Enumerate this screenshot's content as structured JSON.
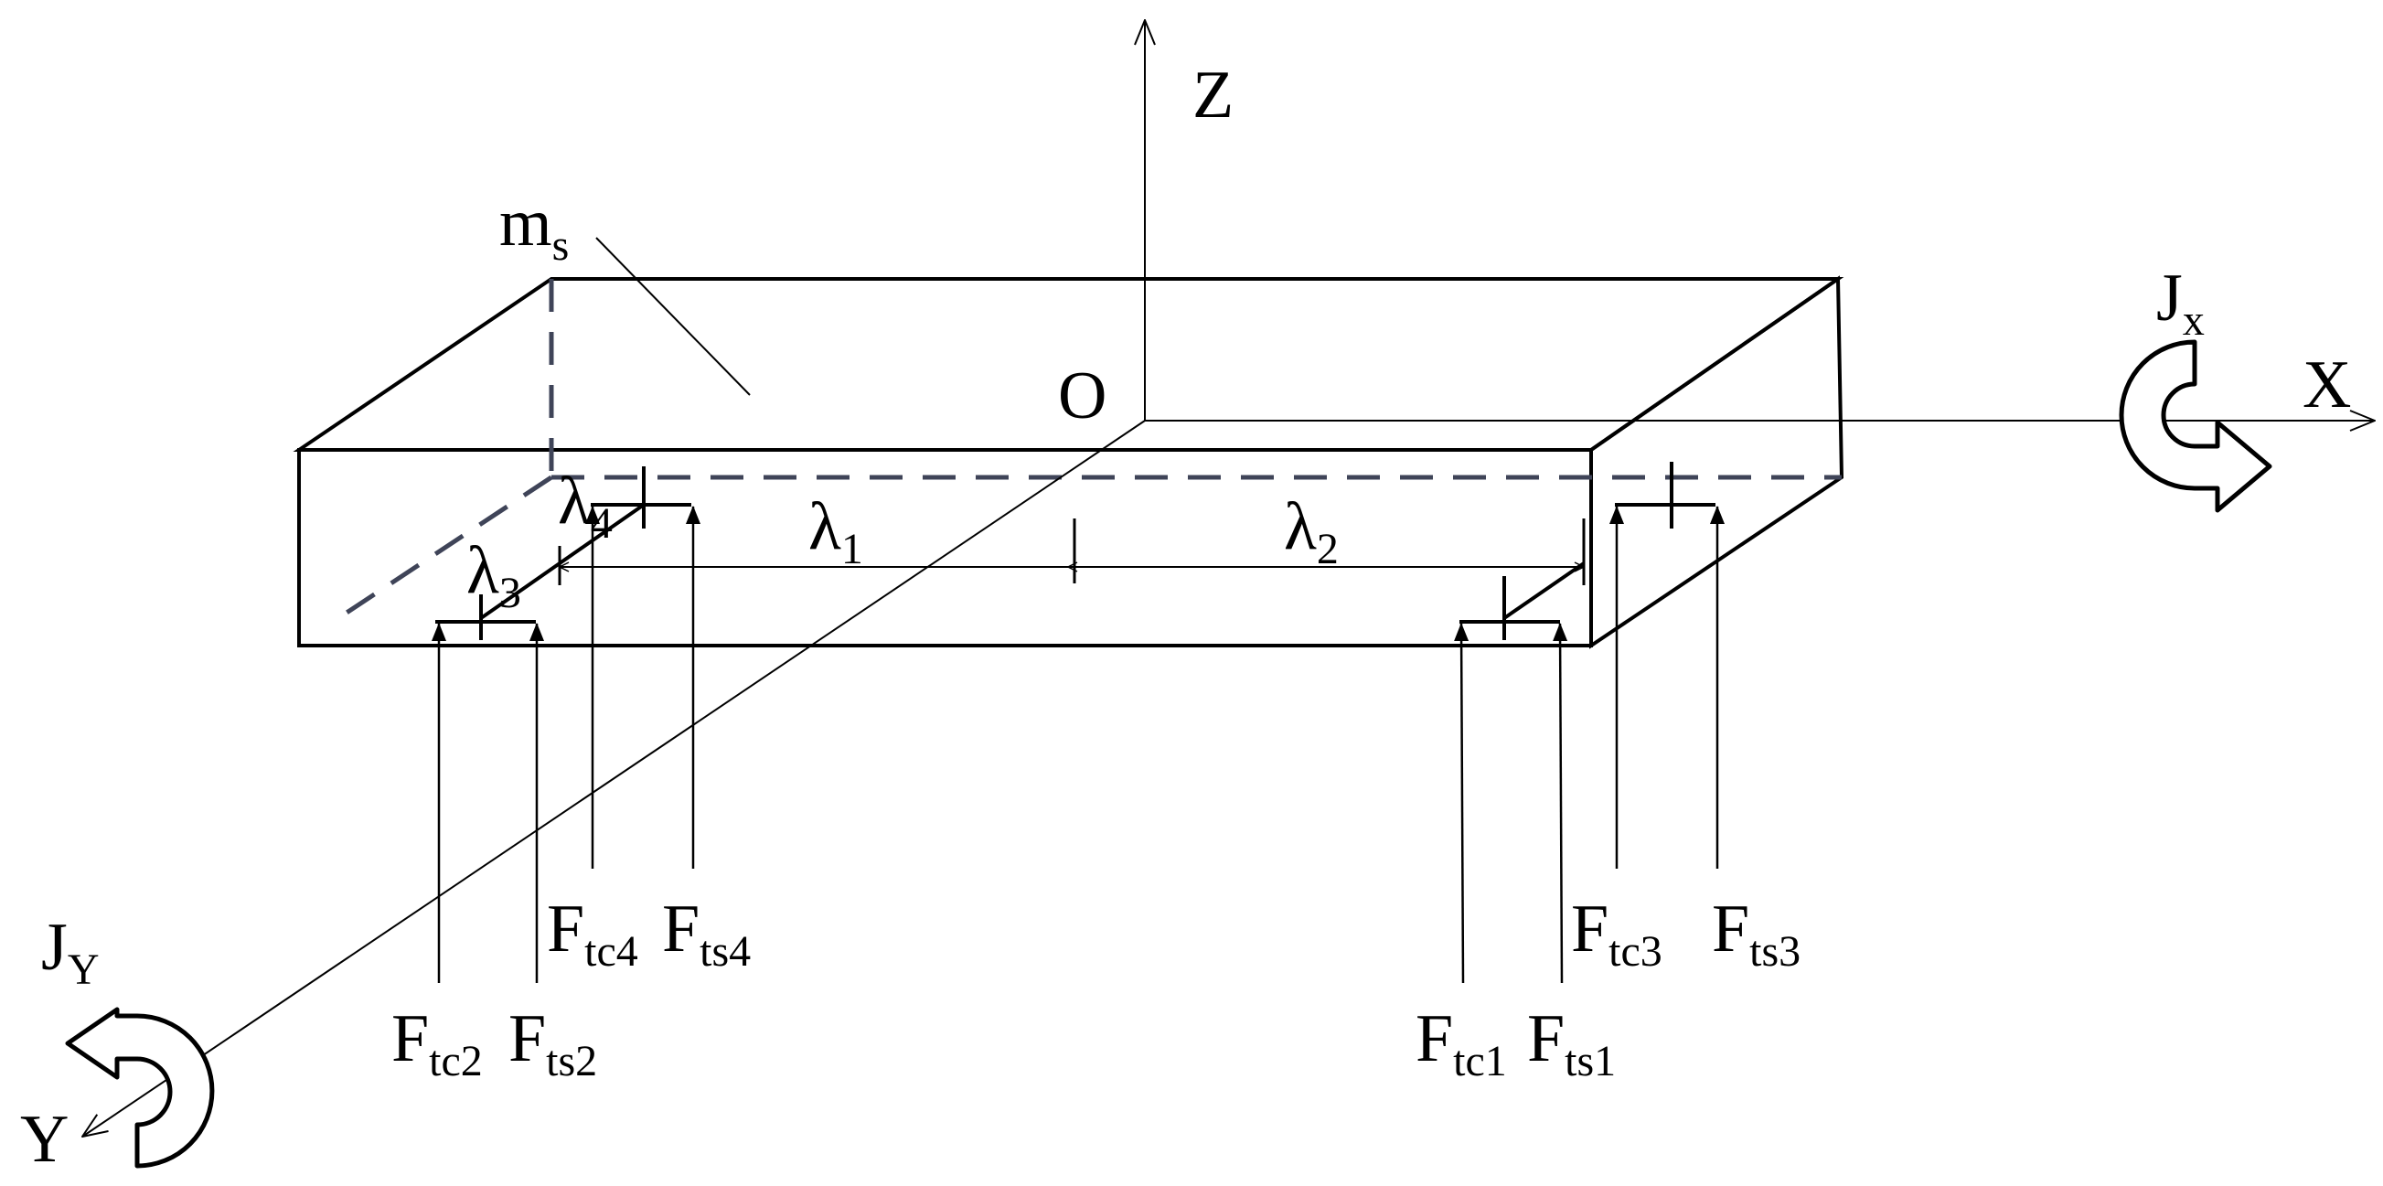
{
  "axes": {
    "z": "Z",
    "x": "X",
    "y": "Y",
    "origin": "O"
  },
  "mass": {
    "base": "m",
    "sub": "s"
  },
  "inertia": {
    "jx": {
      "base": "J",
      "sub": "x"
    },
    "jy": {
      "base": "J",
      "sub": "Y"
    }
  },
  "dimensions": {
    "l1": {
      "base": "λ",
      "sub": "1"
    },
    "l2": {
      "base": "λ",
      "sub": "2"
    },
    "l3": {
      "base": "λ",
      "sub": "3"
    },
    "l4": {
      "base": "λ",
      "sub": "4"
    }
  },
  "forces": {
    "ftc1": {
      "base": "F",
      "sub": "tc1"
    },
    "fts1": {
      "base": "F",
      "sub": "ts1"
    },
    "ftc2": {
      "base": "F",
      "sub": "tc2"
    },
    "fts2": {
      "base": "F",
      "sub": "ts2"
    },
    "ftc3": {
      "base": "F",
      "sub": "tc3"
    },
    "fts3": {
      "base": "F",
      "sub": "ts3"
    },
    "ftc4": {
      "base": "F",
      "sub": "tc4"
    },
    "fts4": {
      "base": "F",
      "sub": "ts4"
    }
  }
}
